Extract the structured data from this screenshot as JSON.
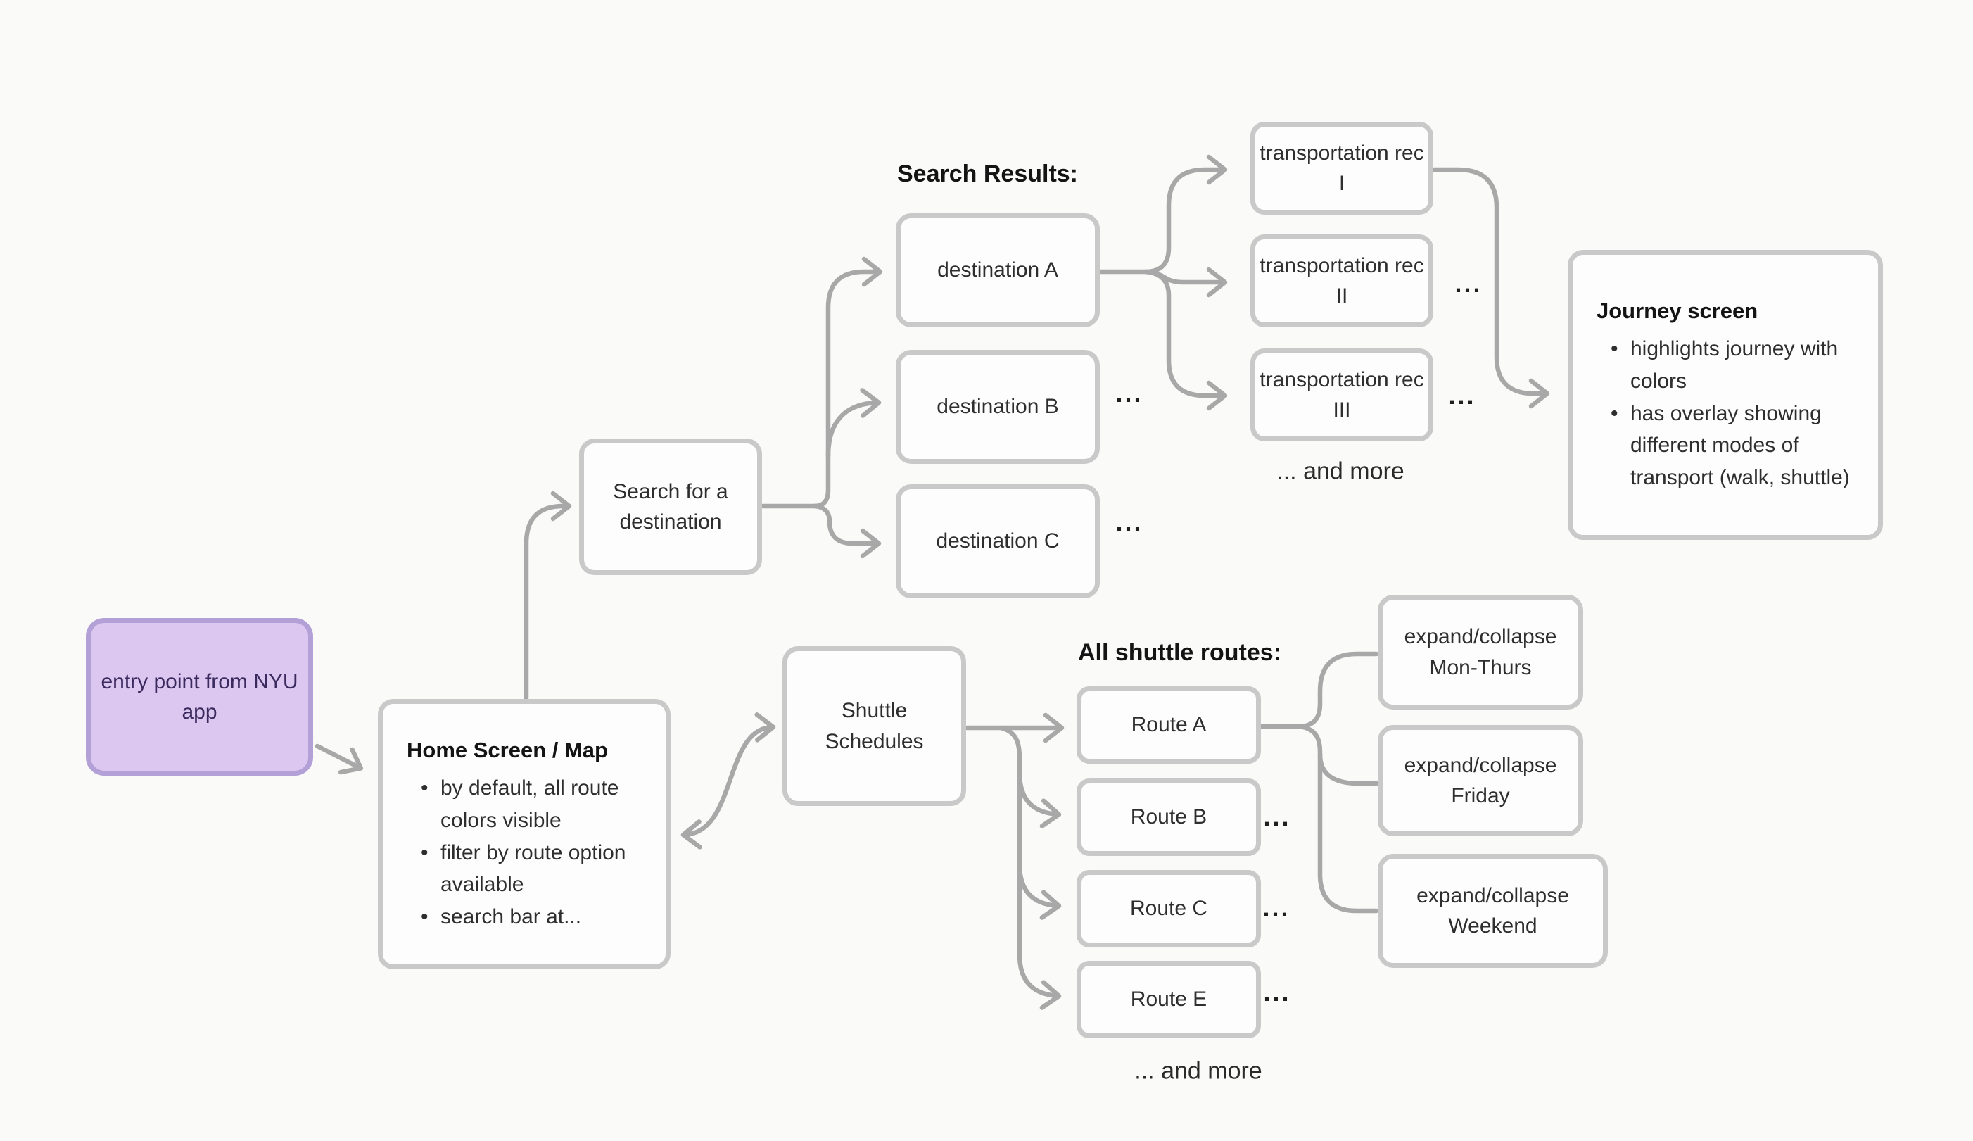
{
  "labels": {
    "search_results": "Search Results:",
    "all_shuttle_routes": "All shuttle routes:",
    "and_more_top": "... and more",
    "and_more_bottom": "... and more",
    "ellipsis": "..."
  },
  "nodes": {
    "entry": {
      "text": "entry point from NYU app"
    },
    "home": {
      "title": "Home Screen / Map",
      "bullets": [
        "by default, all route colors visible",
        "filter by route option available",
        "search bar at..."
      ]
    },
    "search": {
      "text": "Search for a destination"
    },
    "destination_a": {
      "text": "destination A"
    },
    "destination_b": {
      "text": "destination B"
    },
    "destination_c": {
      "text": "destination C"
    },
    "rec_1": {
      "text": "transportation rec I"
    },
    "rec_2": {
      "text": "transportation rec II"
    },
    "rec_3": {
      "text": "transportation rec III"
    },
    "journey": {
      "title": "Journey screen",
      "bullets": [
        "highlights journey with colors",
        "has overlay showing different modes of transport (walk, shuttle)"
      ]
    },
    "shuttle": {
      "text": "Shuttle Schedules"
    },
    "route_a": {
      "text": "Route A"
    },
    "route_b": {
      "text": "Route B"
    },
    "route_c": {
      "text": "Route C"
    },
    "route_e": {
      "text": "Route E"
    },
    "expand_mon_thurs": {
      "text": "expand/collapse Mon-Thurs"
    },
    "expand_friday": {
      "text": "expand/collapse Friday"
    },
    "expand_weekend": {
      "text": "expand/collapse Weekend"
    }
  },
  "colors": {
    "background": "#fafaf9",
    "connector": "#a8a8a8",
    "box_border": "#c9c9c9",
    "box_fill": "#fdfdfd",
    "text": "#2e2e2e",
    "heading": "#141414",
    "entry_fill": "#dcc7f0",
    "entry_border": "#b2a0d6",
    "entry_text": "#3b2a5e"
  }
}
